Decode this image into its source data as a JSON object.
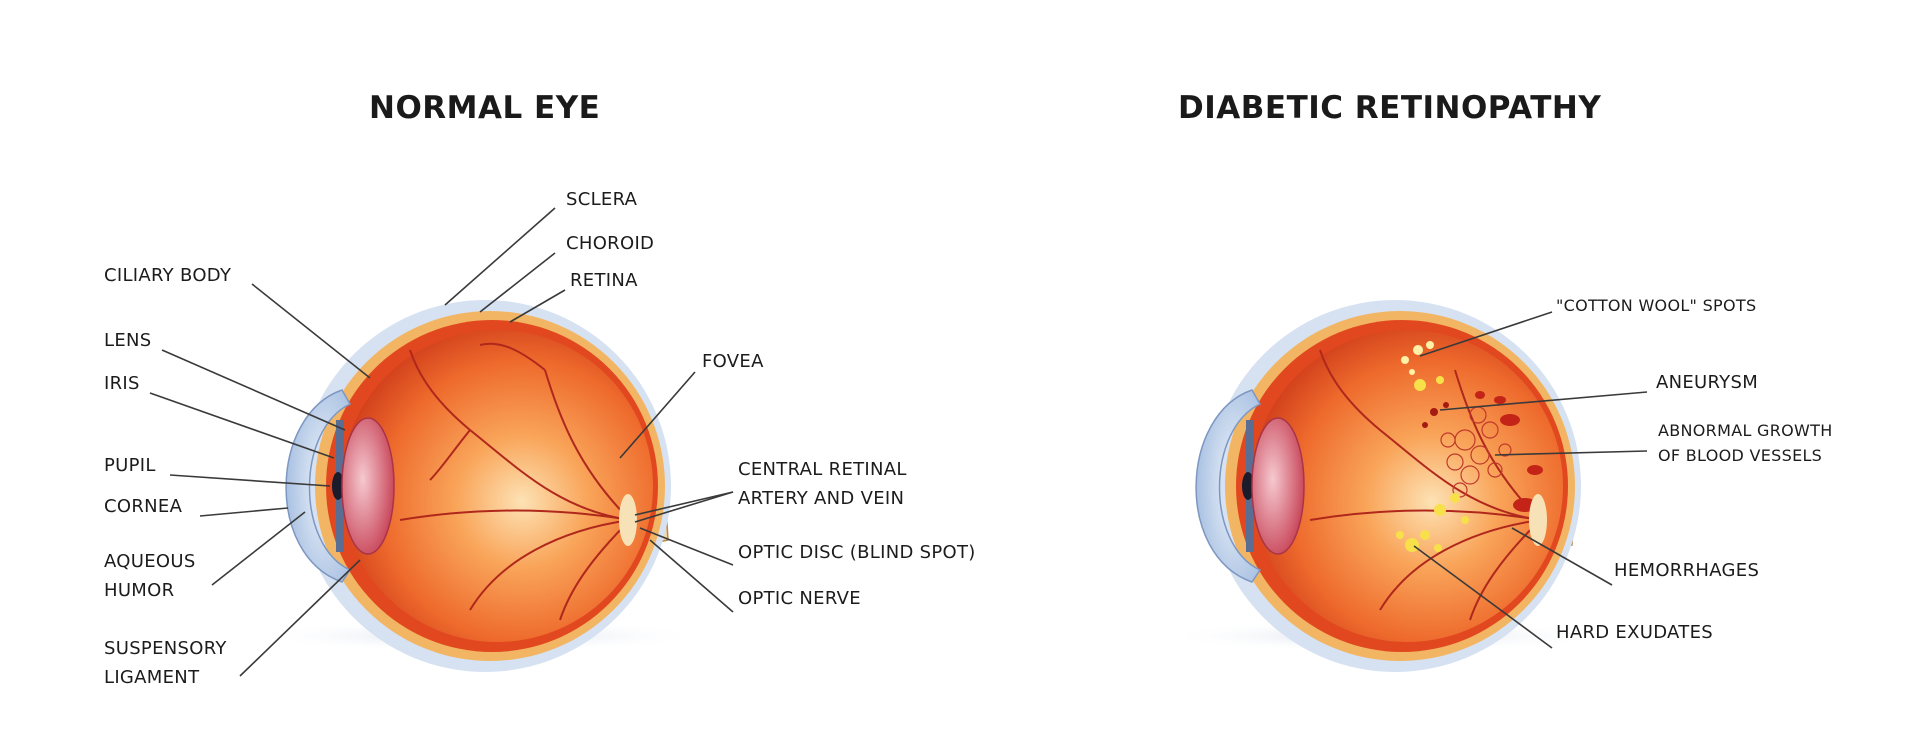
{
  "normal_eye": {
    "title": "NORMAL EYE",
    "labels": {
      "sclera": "SCLERA",
      "choroid": "CHOROID",
      "retina": "RETINA",
      "ciliary_body": "CILIARY BODY",
      "lens": "LENS",
      "iris": "IRIS",
      "fovea": "FOVEA",
      "pupil": "PUPIL",
      "cornea": "CORNEA",
      "central_retinal_1": "CENTRAL RETINAL",
      "central_retinal_2": "ARTERY AND VEIN",
      "aqueous_1": "AQUEOUS",
      "aqueous_2": "HUMOR",
      "optic_disc": "OPTIC DISC (BLIND SPOT)",
      "optic_nerve": "OPTIC NERVE",
      "suspensory_1": "SUSPENSORY",
      "suspensory_2": "LIGAMENT"
    }
  },
  "diabetic_retinopathy": {
    "title": "DIABETIC RETINOPATHY",
    "labels": {
      "cotton_wool": "\"COTTON WOOL\" SPOTS",
      "aneurysm": "ANEURYSM",
      "abnormal_1": "ABNORMAL GROWTH",
      "abnormal_2": "OF BLOOD VESSELS",
      "hemorrhages": "HEMORRHAGES",
      "hard_exudates": "HARD EXUDATES"
    }
  },
  "colors": {
    "eyeball": "#e8602a",
    "eyeball_light": "#f9c08a",
    "sclera": "#cfdcef",
    "choroid": "#f0b86a",
    "vessel": "#b0281c",
    "optic_nerve": "#f2d9a8",
    "exudate": "#f7e04a",
    "leader": "#3a3a3a"
  }
}
